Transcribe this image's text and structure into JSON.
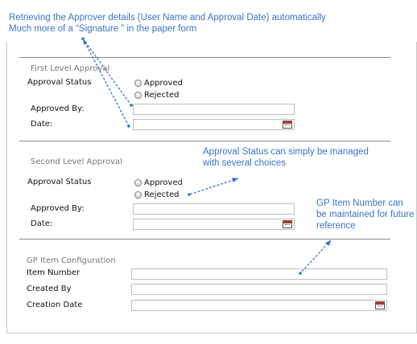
{
  "annotations": {
    "note1_line1": "Retrieving the Approver details (User Name and Approval Date) automatically",
    "note1_line2": "Much more of a “Signature ” in the paper form",
    "note2_line1": "Approval Status can simply be managed",
    "note2_line2": "with several choices",
    "note3_line1": "GP Item Number can",
    "note3_line2": "be maintained for future",
    "note3_line3": "reference"
  },
  "first_level": {
    "title": "First Level Approval",
    "status_label": "Approval Status",
    "option_approved": "Approved",
    "option_rejected": "Rejected",
    "approved_by_label": "Approved By:",
    "date_label": "Date:"
  },
  "second_level": {
    "title": "Second Level Approval",
    "status_label": "Approval Status",
    "option_approved": "Approved",
    "option_rejected": "Rejected",
    "approved_by_label": "Approved By:",
    "date_label": "Date:"
  },
  "gp_item": {
    "title": "GP Item Configuration",
    "item_number_label": "Item Number",
    "created_by_label": "Created By",
    "creation_date_label": "Creation Date"
  },
  "colors": {
    "annotation": "#3a74c4",
    "divider": "#8a8a8a"
  },
  "icons": [
    "calendar-icon",
    "radio-button"
  ]
}
